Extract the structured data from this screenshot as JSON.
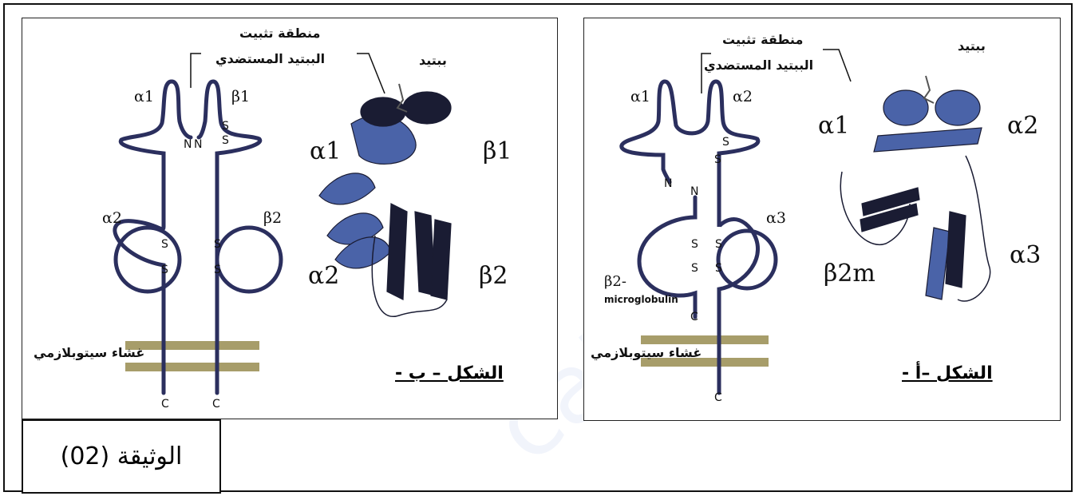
{
  "document_label": "الوثيقة (02)",
  "watermark": "cation.com",
  "figure_b": {
    "title": "الشكل – ب -",
    "binding_zone_label_line1": "منطقة تثبيت",
    "binding_zone_label_line2": "الببتيد المستضدي",
    "peptide_label": "ببتيد",
    "membrane_label": "غشاء سيتوبلازمي",
    "domains": [
      "α1",
      "β1",
      "α2",
      "β2"
    ],
    "ribbon_labels": [
      "α1",
      "β1",
      "α2",
      "β2"
    ],
    "terminal_n": "N",
    "terminal_c": "C",
    "disulfide": "S"
  },
  "figure_a": {
    "title": "الشكل –أ -",
    "binding_zone_label_line1": "منطقة تثبيت",
    "binding_zone_label_line2": "الببتيد المستضدي",
    "peptide_label": "ببتيد",
    "membrane_label": "غشاء سيتوبلازمي",
    "domains": [
      "α1",
      "α2",
      "α3"
    ],
    "b2_label": "β2-",
    "b2_sub": "microglobulin",
    "ribbon_labels": [
      "α1",
      "α2",
      "β2m",
      "α3"
    ],
    "terminal_n": "N",
    "terminal_c": "C",
    "disulfide": "S"
  },
  "colors": {
    "chain": "#2b2f5e",
    "membrane": "#a79d6a",
    "ribbon_light": "#4a63a8",
    "ribbon_dark": "#1a1c33"
  }
}
